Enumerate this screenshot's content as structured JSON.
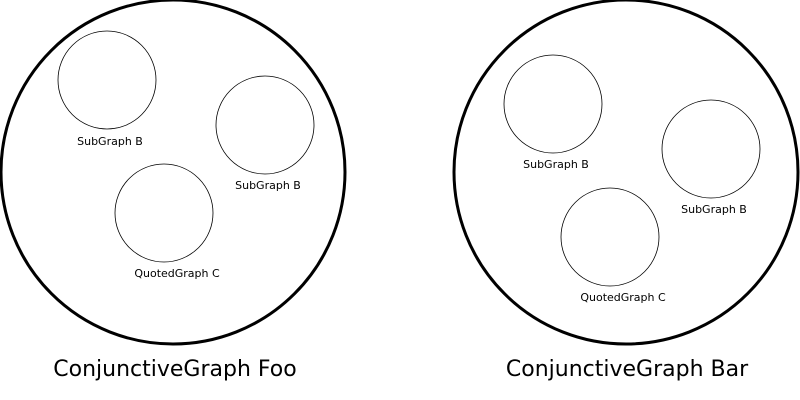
{
  "colors": {
    "stroke": "#000000",
    "text": "#000000",
    "background": "#ffffff"
  },
  "graphs": [
    {
      "title": "ConjunctiveGraph Foo",
      "subgraphs": [
        {
          "label": "SubGraph B"
        },
        {
          "label": "SubGraph B"
        },
        {
          "label": "QuotedGraph C"
        }
      ]
    },
    {
      "title": "ConjunctiveGraph Bar",
      "subgraphs": [
        {
          "label": "SubGraph B"
        },
        {
          "label": "SubGraph B"
        },
        {
          "label": "QuotedGraph C"
        }
      ]
    }
  ]
}
